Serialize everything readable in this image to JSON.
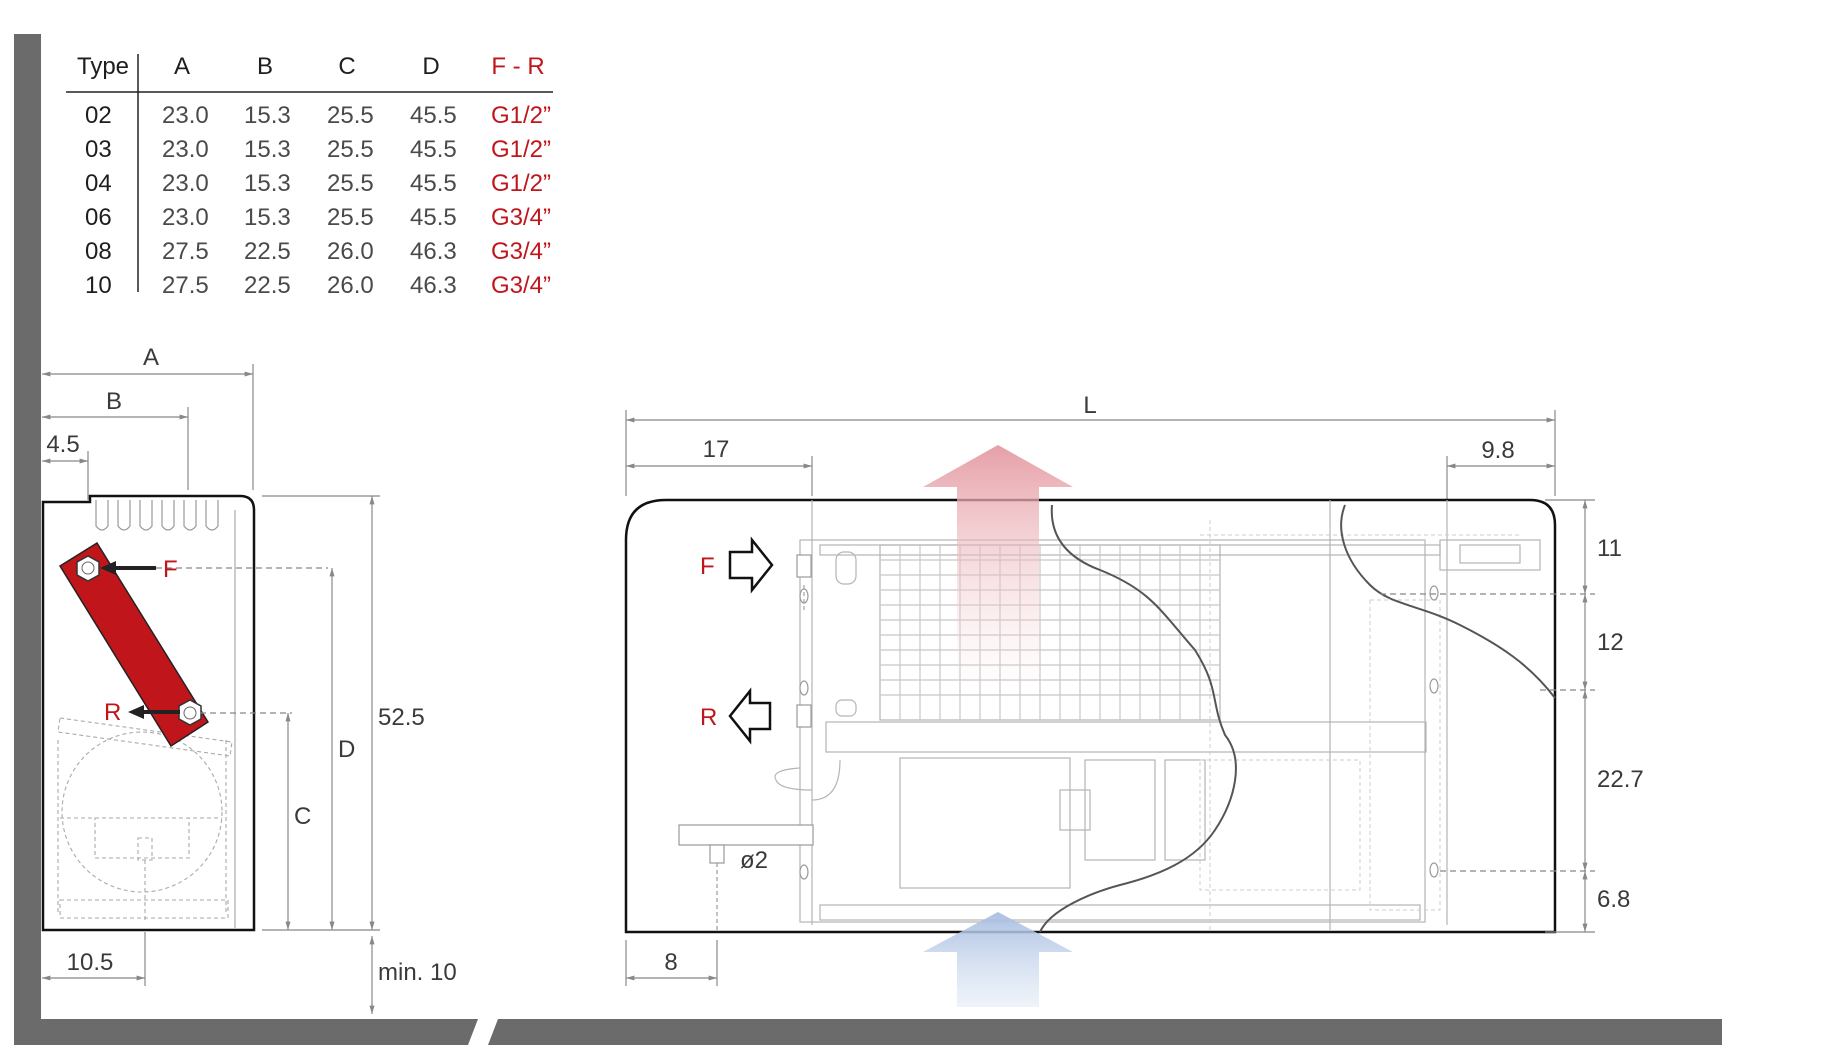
{
  "table": {
    "headers": [
      "Type",
      "A",
      "B",
      "C",
      "D",
      "F - R"
    ],
    "rows": [
      {
        "type": "02",
        "a": "23.0",
        "b": "15.3",
        "c": "25.5",
        "d": "45.5",
        "fr": "G1/2”"
      },
      {
        "type": "03",
        "a": "23.0",
        "b": "15.3",
        "c": "25.5",
        "d": "45.5",
        "fr": "G1/2”"
      },
      {
        "type": "04",
        "a": "23.0",
        "b": "15.3",
        "c": "25.5",
        "d": "45.5",
        "fr": "G1/2”"
      },
      {
        "type": "06",
        "a": "23.0",
        "b": "15.3",
        "c": "25.5",
        "d": "45.5",
        "fr": "G3/4”"
      },
      {
        "type": "08",
        "a": "27.5",
        "b": "22.5",
        "c": "26.0",
        "d": "46.3",
        "fr": "G3/4”"
      },
      {
        "type": "10",
        "a": "27.5",
        "b": "22.5",
        "c": "26.0",
        "d": "46.3",
        "fr": "G3/4”"
      }
    ]
  },
  "side_view": {
    "dim_a": "A",
    "dim_b": "B",
    "dim_offset": "4.5",
    "dim_height": "52.5",
    "dim_d": "D",
    "dim_c": "C",
    "dim_bottom_offset": "10.5",
    "dim_clearance": "min. 10",
    "flow_label": "F",
    "return_label": "R"
  },
  "front_view": {
    "dim_length": "L",
    "dim_left": "17",
    "dim_right": "9.8",
    "dim_h1": "11",
    "dim_h2": "12",
    "dim_h3": "22.7",
    "dim_h4": "6.8",
    "dim_bottom_left": "8",
    "drain_label": "ø2",
    "flow_label": "F",
    "return_label": "R"
  },
  "colors": {
    "red": "#c0161b",
    "wall": "#6b6b6b",
    "air_out": "#e6a0a6",
    "air_in": "#a9bfdf"
  }
}
